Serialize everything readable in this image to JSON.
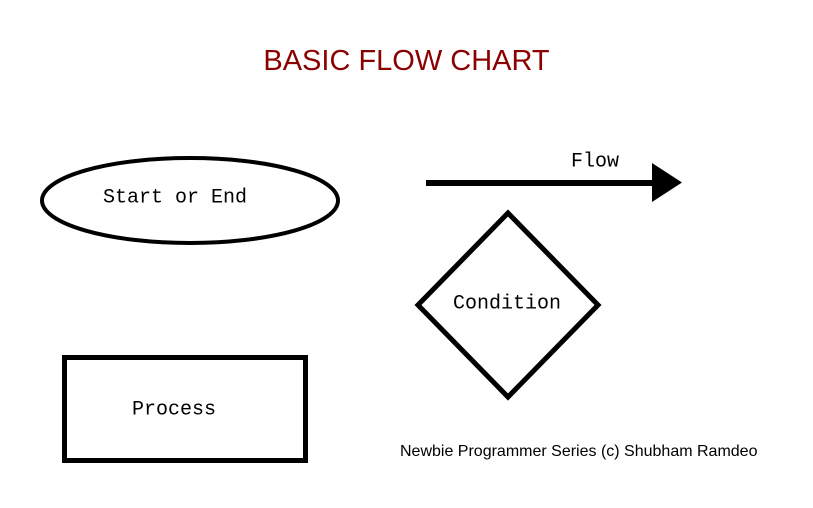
{
  "title": {
    "text": "BASIC FLOW CHART",
    "color": "#8B0000"
  },
  "shapes": [
    {
      "name": "start-end",
      "type": "ellipse",
      "label": "Start or End"
    },
    {
      "name": "flow-arrow",
      "type": "arrow",
      "label": "Flow"
    },
    {
      "name": "condition",
      "type": "diamond",
      "label": "Condition"
    },
    {
      "name": "process",
      "type": "rectangle",
      "label": "Process"
    }
  ],
  "footer": {
    "credit": "Newbie Programmer Series (c) Shubham Ramdeo"
  },
  "colors": {
    "title": "#8B0000",
    "shape_stroke": "#000000",
    "background": "#FFFFFF"
  }
}
